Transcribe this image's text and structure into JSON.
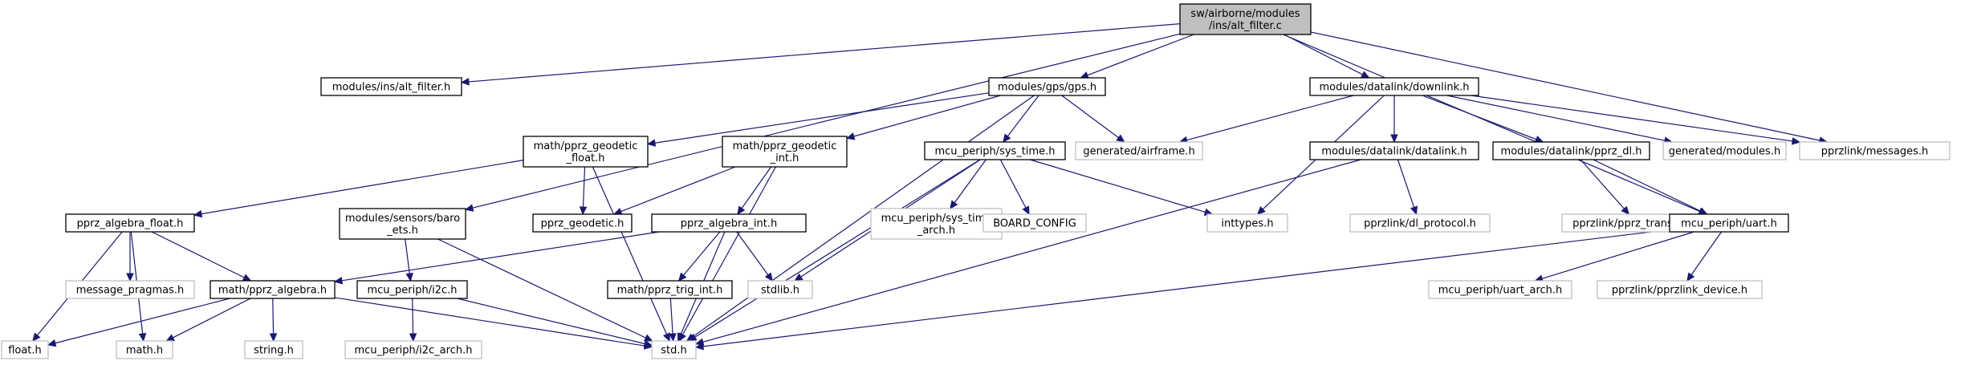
{
  "graph": {
    "title": "sw/airborne/modules/ins/alt_filter.c include dependency graph",
    "colors": {
      "edge": "#191970",
      "root_fill": "#bfbfbf",
      "node_border": "#000000",
      "missing_border": "#bfbfbf",
      "background": "#ffffff"
    },
    "nodes": [
      {
        "id": "root",
        "lines": [
          "sw/airborne/modules",
          "/ins/alt_filter.c"
        ],
        "style": "root"
      },
      {
        "id": "alt_filter_h",
        "lines": [
          "modules/ins/alt_filter.h"
        ],
        "style": "solid"
      },
      {
        "id": "gps_h",
        "lines": [
          "modules/gps/gps.h"
        ],
        "style": "solid"
      },
      {
        "id": "downlink_h",
        "lines": [
          "modules/datalink/downlink.h"
        ],
        "style": "solid"
      },
      {
        "id": "pprz_geodetic_float_h",
        "lines": [
          "math/pprz_geodetic",
          "_float.h"
        ],
        "style": "solid"
      },
      {
        "id": "pprz_geodetic_int_h",
        "lines": [
          "math/pprz_geodetic",
          "_int.h"
        ],
        "style": "solid"
      },
      {
        "id": "sys_time_h",
        "lines": [
          "mcu_periph/sys_time.h"
        ],
        "style": "solid"
      },
      {
        "id": "airframe_h",
        "lines": [
          "generated/airframe.h"
        ],
        "style": "ghost"
      },
      {
        "id": "datalink_h",
        "lines": [
          "modules/datalink/datalink.h"
        ],
        "style": "solid"
      },
      {
        "id": "pprz_dl_h",
        "lines": [
          "modules/datalink/pprz_dl.h"
        ],
        "style": "solid"
      },
      {
        "id": "gen_modules_h",
        "lines": [
          "generated/modules.h"
        ],
        "style": "ghost"
      },
      {
        "id": "messages_h",
        "lines": [
          "pprzlink/messages.h"
        ],
        "style": "ghost"
      },
      {
        "id": "algebra_float_h",
        "lines": [
          "pprz_algebra_float.h"
        ],
        "style": "solid"
      },
      {
        "id": "baro_ets_h",
        "lines": [
          "modules/sensors/baro",
          "_ets.h"
        ],
        "style": "solid"
      },
      {
        "id": "pprz_geodetic_h",
        "lines": [
          "pprz_geodetic.h"
        ],
        "style": "solid"
      },
      {
        "id": "algebra_int_h",
        "lines": [
          "pprz_algebra_int.h"
        ],
        "style": "solid"
      },
      {
        "id": "sys_time_arch_h",
        "lines": [
          "mcu_periph/sys_time",
          "_arch.h"
        ],
        "style": "ghost"
      },
      {
        "id": "board_config",
        "lines": [
          "BOARD_CONFIG"
        ],
        "style": "ghost"
      },
      {
        "id": "inttypes_h",
        "lines": [
          "inttypes.h"
        ],
        "style": "ghost"
      },
      {
        "id": "dl_protocol_h",
        "lines": [
          "pprzlink/dl_protocol.h"
        ],
        "style": "ghost"
      },
      {
        "id": "pprz_transport_h",
        "lines": [
          "pprzlink/pprz_transport.h"
        ],
        "style": "ghost"
      },
      {
        "id": "uart_h",
        "lines": [
          "mcu_periph/uart.h"
        ],
        "style": "solid"
      },
      {
        "id": "message_pragmas_h",
        "lines": [
          "message_pragmas.h"
        ],
        "style": "ghost"
      },
      {
        "id": "pprz_algebra_h",
        "lines": [
          "math/pprz_algebra.h"
        ],
        "style": "solid"
      },
      {
        "id": "i2c_h",
        "lines": [
          "mcu_periph/i2c.h"
        ],
        "style": "solid"
      },
      {
        "id": "trig_int_h",
        "lines": [
          "math/pprz_trig_int.h"
        ],
        "style": "solid"
      },
      {
        "id": "stdlib_h",
        "lines": [
          "stdlib.h"
        ],
        "style": "ghost"
      },
      {
        "id": "uart_arch_h",
        "lines": [
          "mcu_periph/uart_arch.h"
        ],
        "style": "ghost"
      },
      {
        "id": "pprzlink_device_h",
        "lines": [
          "pprzlink/pprzlink_device.h"
        ],
        "style": "ghost"
      },
      {
        "id": "float_h",
        "lines": [
          "float.h"
        ],
        "style": "ghost"
      },
      {
        "id": "math_h",
        "lines": [
          "math.h"
        ],
        "style": "ghost"
      },
      {
        "id": "string_h",
        "lines": [
          "string.h"
        ],
        "style": "ghost"
      },
      {
        "id": "i2c_arch_h",
        "lines": [
          "mcu_periph/i2c_arch.h"
        ],
        "style": "ghost"
      },
      {
        "id": "std_h",
        "lines": [
          "std.h"
        ],
        "style": "ghost"
      }
    ],
    "edges": [
      [
        "root",
        "alt_filter_h"
      ],
      [
        "root",
        "gps_h"
      ],
      [
        "root",
        "downlink_h"
      ],
      [
        "root",
        "messages_h"
      ],
      [
        "root",
        "baro_ets_h"
      ],
      [
        "root",
        "uart_h"
      ],
      [
        "gps_h",
        "pprz_geodetic_float_h"
      ],
      [
        "gps_h",
        "pprz_geodetic_int_h"
      ],
      [
        "gps_h",
        "sys_time_h"
      ],
      [
        "gps_h",
        "airframe_h"
      ],
      [
        "gps_h",
        "std_h"
      ],
      [
        "downlink_h",
        "airframe_h"
      ],
      [
        "downlink_h",
        "inttypes_h"
      ],
      [
        "downlink_h",
        "datalink_h"
      ],
      [
        "downlink_h",
        "pprz_dl_h"
      ],
      [
        "downlink_h",
        "gen_modules_h"
      ],
      [
        "downlink_h",
        "messages_h"
      ],
      [
        "pprz_geodetic_float_h",
        "algebra_float_h"
      ],
      [
        "pprz_geodetic_float_h",
        "pprz_geodetic_h"
      ],
      [
        "pprz_geodetic_float_h",
        "std_h"
      ],
      [
        "pprz_geodetic_int_h",
        "pprz_geodetic_h"
      ],
      [
        "pprz_geodetic_int_h",
        "algebra_int_h"
      ],
      [
        "pprz_geodetic_int_h",
        "std_h"
      ],
      [
        "sys_time_h",
        "sys_time_arch_h"
      ],
      [
        "sys_time_h",
        "board_config"
      ],
      [
        "sys_time_h",
        "inttypes_h"
      ],
      [
        "sys_time_h",
        "stdlib_h"
      ],
      [
        "sys_time_h",
        "std_h"
      ],
      [
        "datalink_h",
        "dl_protocol_h"
      ],
      [
        "datalink_h",
        "std_h"
      ],
      [
        "pprz_dl_h",
        "pprz_transport_h"
      ],
      [
        "pprz_dl_h",
        "uart_h"
      ],
      [
        "uart_h",
        "uart_arch_h"
      ],
      [
        "uart_h",
        "pprzlink_device_h"
      ],
      [
        "uart_h",
        "std_h"
      ],
      [
        "algebra_float_h",
        "message_pragmas_h"
      ],
      [
        "algebra_float_h",
        "pprz_algebra_h"
      ],
      [
        "algebra_float_h",
        "float_h"
      ],
      [
        "algebra_float_h",
        "math_h"
      ],
      [
        "baro_ets_h",
        "i2c_h"
      ],
      [
        "baro_ets_h",
        "std_h"
      ],
      [
        "algebra_int_h",
        "pprz_algebra_h"
      ],
      [
        "algebra_int_h",
        "trig_int_h"
      ],
      [
        "algebra_int_h",
        "stdlib_h"
      ],
      [
        "algebra_int_h",
        "std_h"
      ],
      [
        "pprz_algebra_h",
        "float_h"
      ],
      [
        "pprz_algebra_h",
        "math_h"
      ],
      [
        "pprz_algebra_h",
        "string_h"
      ],
      [
        "pprz_algebra_h",
        "std_h"
      ],
      [
        "i2c_h",
        "i2c_arch_h"
      ],
      [
        "i2c_h",
        "std_h"
      ],
      [
        "trig_int_h",
        "std_h"
      ]
    ]
  }
}
